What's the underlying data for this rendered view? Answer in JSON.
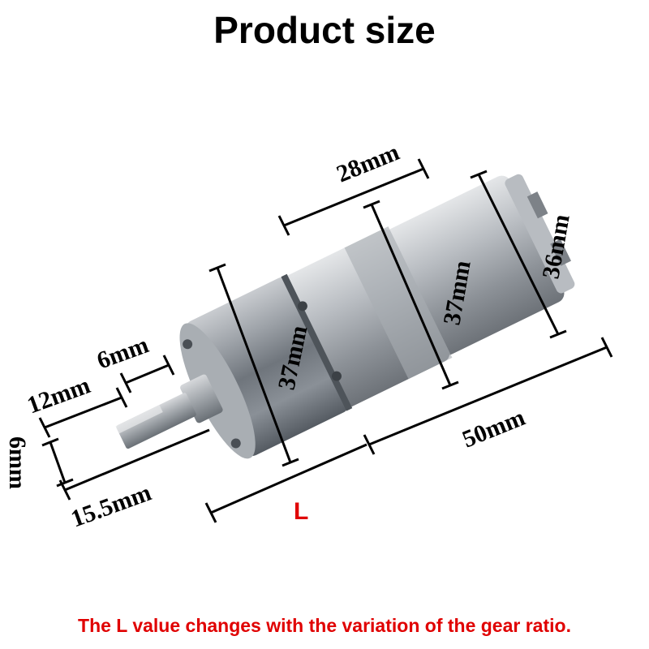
{
  "title": "Product size",
  "dimensions": {
    "body_length": "28mm",
    "gearbox_diameter": "37mm",
    "body_diameter": "37mm",
    "motor_diameter": "36mm",
    "motor_length": "50mm",
    "gearbox_length": "L",
    "shaft_length": "12mm",
    "boss_length": "6mm",
    "shaft_diameter": "6mm",
    "shaft_total": "15.5mm"
  },
  "footnote": "The L value changes with the variation of the gear ratio.",
  "colors": {
    "accent": "#e00000",
    "metal": "#9aa0a6"
  }
}
